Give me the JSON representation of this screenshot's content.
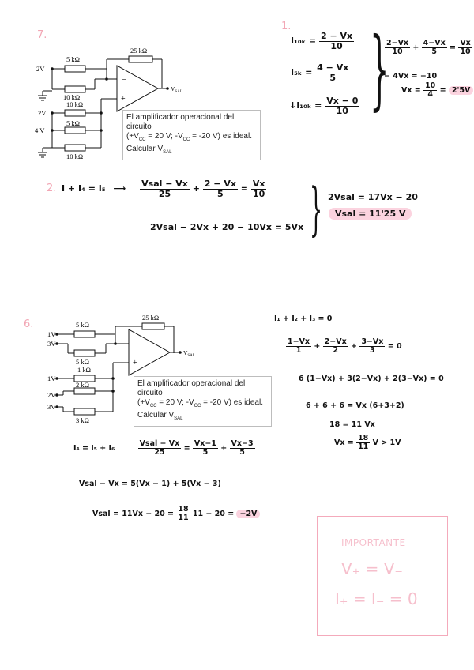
{
  "problems": {
    "p7": {
      "number": "7.",
      "circuit": {
        "r_top": "25 kΩ",
        "r1": "5 kΩ",
        "r2": "10 kΩ",
        "r3": "10 kΩ",
        "r4": "5 kΩ",
        "r5": "10 kΩ",
        "v_in1": "2V",
        "v_in2": "2V",
        "v_in3": "4 V",
        "out_label": "V",
        "out_sub": "SAL",
        "minus": "−",
        "plus": "+"
      },
      "statement": {
        "line1": "El amplificador operacional del circuito",
        "line2_a": "(+V",
        "line2_sub1": "CC",
        "line2_b": " = 20 V; -V",
        "line2_sub2": "CC",
        "line2_c": " = -20 V) es ideal.",
        "line3_a": "Calcular V",
        "line3_sub": "SAL"
      },
      "sol1_number": "1.",
      "eq_i10k": {
        "lhs": "I₁₀ₖ =",
        "num": "2 − Vx",
        "den": "10"
      },
      "eq_i5k": {
        "lhs": "I₅ₖ =",
        "num": "4 − Vx",
        "den": "5"
      },
      "eq_i10k_b": {
        "lhs": "↓I₁₀ₖ =",
        "num": "Vx − 0",
        "den": "10"
      },
      "sum_eq": {
        "n1": "2−Vx",
        "d1": "10",
        "op1": "+",
        "n2": "4−Vx",
        "d2": "5",
        "eq": "=",
        "n3": "Vx",
        "d3": "10"
      },
      "step_a": "− 4Vx = −10",
      "step_b": {
        "lhs": "Vx =",
        "num": "10",
        "den": "4",
        "eq": "=",
        "result": "2'5V"
      },
      "sol2_number": "2.",
      "eq2": {
        "lhs": "I + I₄ = I₅",
        "arrow": "⟶",
        "n1": "Vsal − Vx",
        "d1": "25",
        "op1": "+",
        "n2": "2 − Vx",
        "d2": "5",
        "eq": "=",
        "n3": "Vx",
        "d3": "10"
      },
      "eq2_line2": "2Vsal − 2Vx + 20 − 10Vx = 5Vx",
      "eq2_r1": "2Vsal = 17Vx − 20",
      "eq2_r2": "Vsal = 11'25 V"
    },
    "p6": {
      "number": "6.",
      "circuit": {
        "r_top": "25 kΩ",
        "r1": "5 kΩ",
        "r2": "5 kΩ",
        "r3": "1 kΩ",
        "r4": "2 kΩ",
        "r5": "3 kΩ",
        "v_in1": "1V",
        "v_in2": "3V",
        "v_in3": "1V",
        "v_in4": "2V",
        "v_in5": "3V",
        "out_label": "V",
        "out_sub": "SAL",
        "minus": "−",
        "plus": "+"
      },
      "statement": {
        "line1": "El amplificador operacional del circuito",
        "line2_a": "(+V",
        "line2_sub1": "CC",
        "line2_b": " = 20 V; -V",
        "line2_sub2": "CC",
        "line2_c": " = -20 V) es ideal.",
        "line3_a": "Calcular V",
        "line3_sub": "SAL"
      },
      "r_eq1": "I₁ + I₂ + I₃ = 0",
      "r_eq2": {
        "n1": "1−Vx",
        "d1": "1",
        "op1": "+",
        "n2": "2−Vx",
        "d2": "2",
        "op2": "+",
        "n3": "3−Vx",
        "d3": "3",
        "eq": "= 0"
      },
      "r_eq3": "6 (1−Vx) + 3(2−Vx) + 2(3−Vx) = 0",
      "r_eq4": "6 + 6 + 6 = Vx (6+3+2)",
      "r_eq5": "18 = 11 Vx",
      "r_eq6": {
        "lhs": "Vx =",
        "num": "18",
        "den": "11",
        "rest": "V > 1V"
      },
      "l_eq1": {
        "lhs": "I₄ = I₅ + I₆",
        "n1": "Vsal − Vx",
        "d1": "25",
        "eq": "=",
        "n2": "Vx−1",
        "d2": "5",
        "op": "+",
        "n3": "Vx−3",
        "d3": "5"
      },
      "l_eq2": "Vsal − Vx = 5(Vx − 1) + 5(Vx − 3)",
      "l_eq3": {
        "lhs": "Vsal = 11Vx − 20 =",
        "num": "18",
        "den": "11",
        "rest": "11 − 20 =",
        "result": "−2V"
      }
    }
  },
  "important": {
    "title": "IMPORTANTE",
    "line1": "V₊ = V₋",
    "line2": "I₊ = I₋ = 0"
  }
}
